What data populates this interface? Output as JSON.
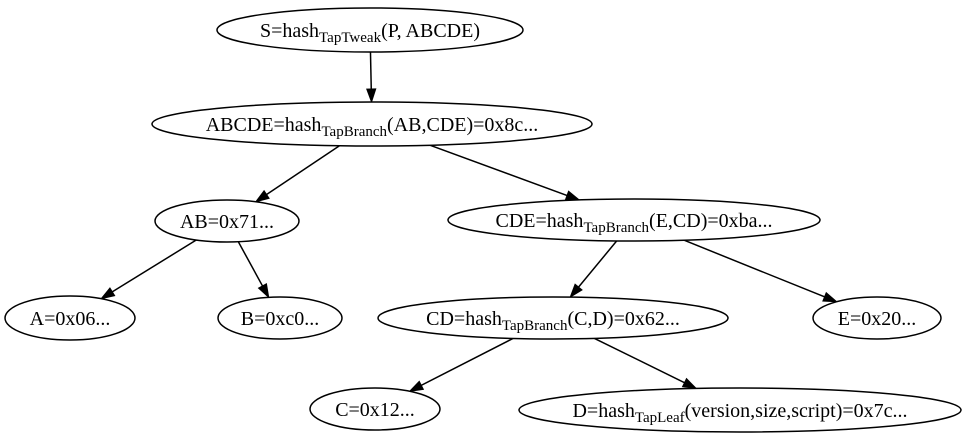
{
  "diagram": {
    "description": "taproot-merkle-tree",
    "background_color": "#ffffff",
    "node_fill_color": "#ffffff",
    "node_stroke_color": "#000000",
    "text_color": "#000000",
    "edge_color": "#000000",
    "nodes": [
      {
        "id": "S",
        "parts": [
          {
            "t": "text",
            "v": "S=hash"
          },
          {
            "t": "sub",
            "v": "TapTweak"
          },
          {
            "t": "text",
            "v": "(P, ABCDE)"
          }
        ]
      },
      {
        "id": "ABCDE",
        "parts": [
          {
            "t": "text",
            "v": "ABCDE=hash"
          },
          {
            "t": "sub",
            "v": "TapBranch"
          },
          {
            "t": "text",
            "v": "(AB,CDE)=0x8c..."
          }
        ]
      },
      {
        "id": "AB",
        "parts": [
          {
            "t": "text",
            "v": "AB=0x71..."
          }
        ]
      },
      {
        "id": "CDE",
        "parts": [
          {
            "t": "text",
            "v": "CDE=hash"
          },
          {
            "t": "sub",
            "v": "TapBranch"
          },
          {
            "t": "text",
            "v": "(E,CD)=0xba..."
          }
        ]
      },
      {
        "id": "A",
        "parts": [
          {
            "t": "text",
            "v": "A=0x06..."
          }
        ]
      },
      {
        "id": "B",
        "parts": [
          {
            "t": "text",
            "v": "B=0xc0..."
          }
        ]
      },
      {
        "id": "CD",
        "parts": [
          {
            "t": "text",
            "v": "CD=hash"
          },
          {
            "t": "sub",
            "v": "TapBranch"
          },
          {
            "t": "text",
            "v": "(C,D)=0x62..."
          }
        ]
      },
      {
        "id": "E",
        "parts": [
          {
            "t": "text",
            "v": "E=0x20..."
          }
        ]
      },
      {
        "id": "C",
        "parts": [
          {
            "t": "text",
            "v": "C=0x12..."
          }
        ]
      },
      {
        "id": "D",
        "parts": [
          {
            "t": "text",
            "v": "D=hash"
          },
          {
            "t": "sub",
            "v": "TapLeaf"
          },
          {
            "t": "text",
            "v": "(version,size,script)=0x7c..."
          }
        ]
      }
    ],
    "edges": [
      {
        "from": "S",
        "to": "ABCDE"
      },
      {
        "from": "ABCDE",
        "to": "AB"
      },
      {
        "from": "ABCDE",
        "to": "CDE"
      },
      {
        "from": "AB",
        "to": "A"
      },
      {
        "from": "AB",
        "to": "B"
      },
      {
        "from": "CDE",
        "to": "CD"
      },
      {
        "from": "CDE",
        "to": "E"
      },
      {
        "from": "CD",
        "to": "C"
      },
      {
        "from": "CD",
        "to": "D"
      }
    ]
  }
}
